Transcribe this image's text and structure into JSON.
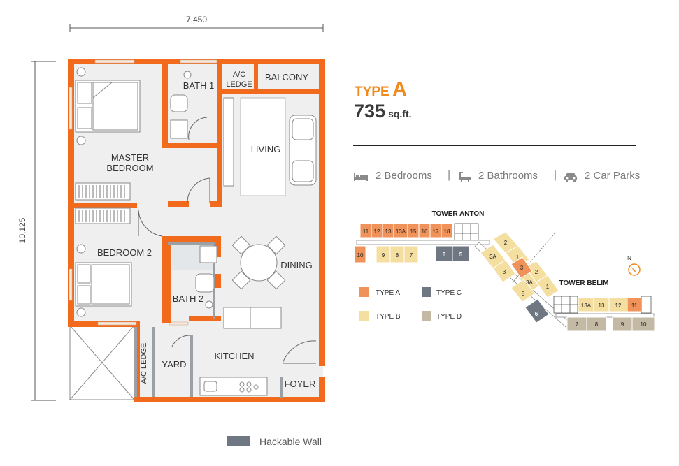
{
  "plan": {
    "width_dim": "7,450",
    "height_dim": "10,125",
    "rooms": {
      "bath1": "BATH 1",
      "ac_ledge_top_1": "A/C",
      "ac_ledge_top_2": "LEDGE",
      "balcony": "BALCONY",
      "living": "LIVING",
      "master_1": "MASTER",
      "master_2": "BEDROOM",
      "bedroom2": "BEDROOM 2",
      "dining": "DINING",
      "bath2": "BATH 2",
      "kitchen": "KITCHEN",
      "yard": "YARD",
      "foyer": "FOYER",
      "ac_ledge_side": "A/C LEDGE"
    }
  },
  "unit": {
    "type_word": "TYPE",
    "type_letter": "A",
    "area_value": "735",
    "area_unit": "sq.ft."
  },
  "amenities": {
    "bedrooms": "2 Bedrooms",
    "bathrooms": "2 Bathrooms",
    "car_parks": "2 Car Parks",
    "separator": "|"
  },
  "keyplan": {
    "tower_anton": "TOWER ANTON",
    "tower_belim": "TOWER BELIM",
    "north": "N",
    "anton_top_units": [
      "11",
      "12",
      "13",
      "13A",
      "15",
      "16",
      "17",
      "18"
    ],
    "anton_left_unit": "10",
    "anton_b_units": [
      "9",
      "8",
      "7"
    ],
    "anton_c_units": [
      "6",
      "5"
    ],
    "diag_units_upper": [
      "2",
      "1"
    ],
    "diag_units_mid": [
      "3A",
      "3",
      "2"
    ],
    "diag_unit_3_orange": "3",
    "diag_units_low": [
      "3A",
      "5",
      "1"
    ],
    "diag_unit_6": "6",
    "belim_top_units": [
      "13A",
      "13",
      "12"
    ],
    "belim_a_unit": "11",
    "belim_d_units": [
      "7",
      "8",
      "9",
      "10"
    ],
    "legend": [
      {
        "label": "TYPE A",
        "color": "#f0935a"
      },
      {
        "label": "TYPE C",
        "color": "#6f7782"
      },
      {
        "label": "TYPE B",
        "color": "#f4dfa1"
      },
      {
        "label": "TYPE D",
        "color": "#c4b9a5"
      }
    ]
  },
  "legend_hackable": "Hackable Wall",
  "colors": {
    "wall_orange": "#f26b1d",
    "accent": "#f08a1c",
    "floor": "#f0f0f0",
    "hackable": "#6f7782"
  }
}
